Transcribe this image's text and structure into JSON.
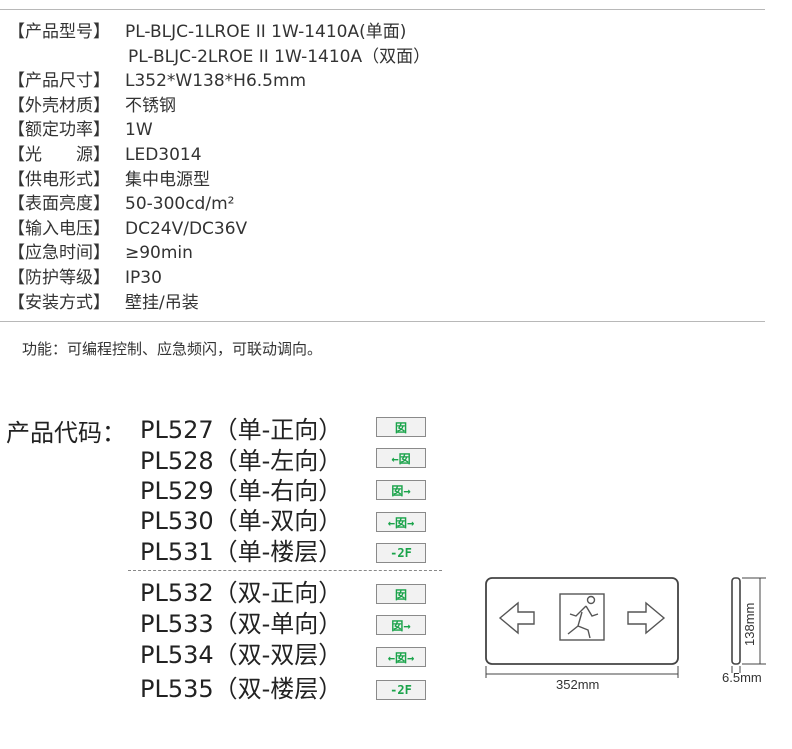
{
  "specs": [
    {
      "label": "【产品型号】",
      "value": "PL-BLJC-1LROE II 1W-1410A(单面)"
    },
    {
      "label": "",
      "value": "PL-BLJC-2LROE II 1W-1410A（双面）"
    },
    {
      "label": "【产品尺寸】",
      "value": "L352*W138*H6.5mm"
    },
    {
      "label": "【外壳材质】",
      "value": "不锈钢"
    },
    {
      "label": "【额定功率】",
      "value": "1W"
    },
    {
      "label": "【光　　源】",
      "value": "LED3014"
    },
    {
      "label": "【供电形式】",
      "value": "集中电源型"
    },
    {
      "label": "【表面亮度】",
      "value": "50-300cd/m²"
    },
    {
      "label": "【输入电压】",
      "value": "DC24V/DC36V"
    },
    {
      "label": "【应急时间】",
      "value": "≥90min"
    },
    {
      "label": "【防护等级】",
      "value": "IP30"
    },
    {
      "label": "【安装方式】",
      "value": "壁挂/吊装"
    }
  ],
  "function_text": "功能：可编程控制、应急频闪，可联动调向。",
  "codes_title": "产品代码：",
  "codes": [
    {
      "text": "PL527（单-正向）",
      "sign": "囡"
    },
    {
      "text": "PL528（单-左向）",
      "sign": "←囡"
    },
    {
      "text": "PL529（单-右向）",
      "sign": "囡→"
    },
    {
      "text": "PL530（单-双向）",
      "sign": "←囡→"
    },
    {
      "text": "PL531（单-楼层）",
      "sign": "-2F"
    },
    {
      "text": "PL532（双-正向）",
      "sign": "囡"
    },
    {
      "text": "PL533（双-单向）",
      "sign": "囡→"
    },
    {
      "text": "PL534（双-双层）",
      "sign": "←囡→"
    },
    {
      "text": "PL535（双-楼层）",
      "sign": "-2F"
    }
  ],
  "drawing": {
    "width_label": "352mm",
    "height_label": "138mm",
    "depth_label": "6.5mm"
  },
  "colors": {
    "sign_green": "#1aa34a",
    "rule_gray": "#b8b8b8"
  }
}
